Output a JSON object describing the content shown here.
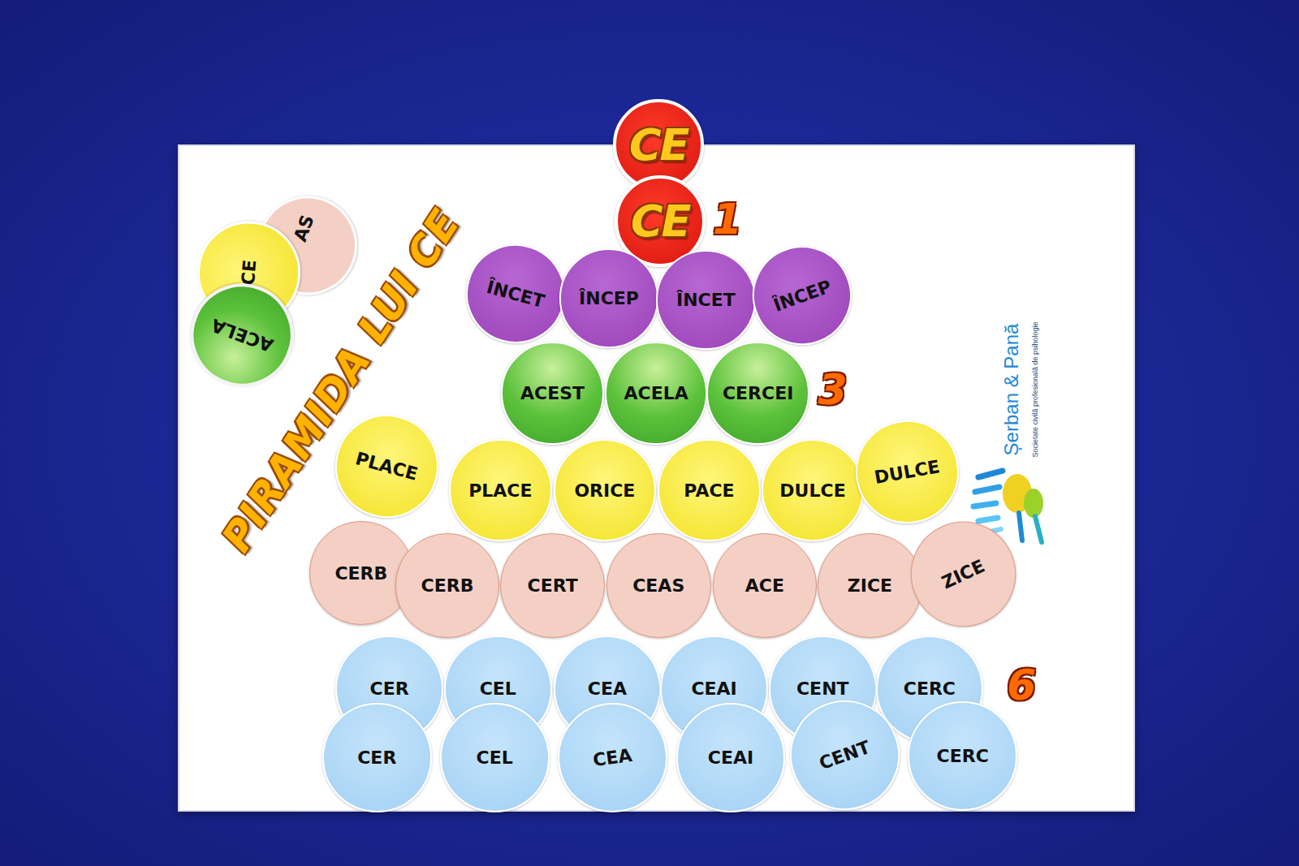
{
  "diagram": {
    "title": "PIRAMIDA LUI CE",
    "nodes": [
      {
        "text": [
          "CE"
        ]
      },
      {
        "text": [
          "CE"
        ]
      },
      {
        "text": [
          "ÎNCET"
        ]
      },
      {
        "text": [
          "ÎNCEP"
        ]
      },
      {
        "text": [
          "ÎNCET"
        ]
      },
      {
        "text": [
          "ÎNCEP"
        ]
      },
      {
        "text": [
          "ACEST"
        ]
      },
      {
        "text": [
          "ACELA"
        ]
      },
      {
        "text": [
          "CERCEI"
        ]
      },
      {
        "text": [
          "PLACE"
        ]
      },
      {
        "text": [
          "PLACE"
        ]
      },
      {
        "text": [
          "ORICE"
        ]
      },
      {
        "text": [
          "PACE"
        ]
      },
      {
        "text": [
          "DULCE"
        ]
      },
      {
        "text": [
          "DULCE"
        ]
      },
      {
        "text": [
          "CERB"
        ]
      },
      {
        "text": [
          "CERB"
        ]
      },
      {
        "text": [
          "CERT"
        ]
      },
      {
        "text": [
          "CEAS"
        ]
      },
      {
        "text": [
          "ACE"
        ]
      },
      {
        "text": [
          "ZICE"
        ]
      },
      {
        "text": [
          "ZICE"
        ]
      },
      {
        "text": [
          "CER"
        ]
      },
      {
        "text": [
          "CEL"
        ]
      },
      {
        "text": [
          "CEA"
        ]
      },
      {
        "text": [
          "CEAI"
        ]
      },
      {
        "text": [
          "CENT"
        ]
      },
      {
        "text": [
          "CERC"
        ]
      },
      {
        "text": [
          "CER"
        ]
      },
      {
        "text": [
          "CEL"
        ]
      },
      {
        "text": [
          "CEA"
        ]
      },
      {
        "text": [
          "CEAI"
        ]
      },
      {
        "text": [
          "CENT"
        ]
      },
      {
        "text": [
          "CERC"
        ]
      },
      {
        "text": [
          "AS"
        ]
      },
      {
        "text": [
          "ACE"
        ]
      },
      {
        "text": [
          "ACELA"
        ]
      }
    ],
    "labels": [
      "1",
      "3",
      "6",
      "Șerban & Pană",
      "Societate civilă profesională de psihologie"
    ]
  }
}
